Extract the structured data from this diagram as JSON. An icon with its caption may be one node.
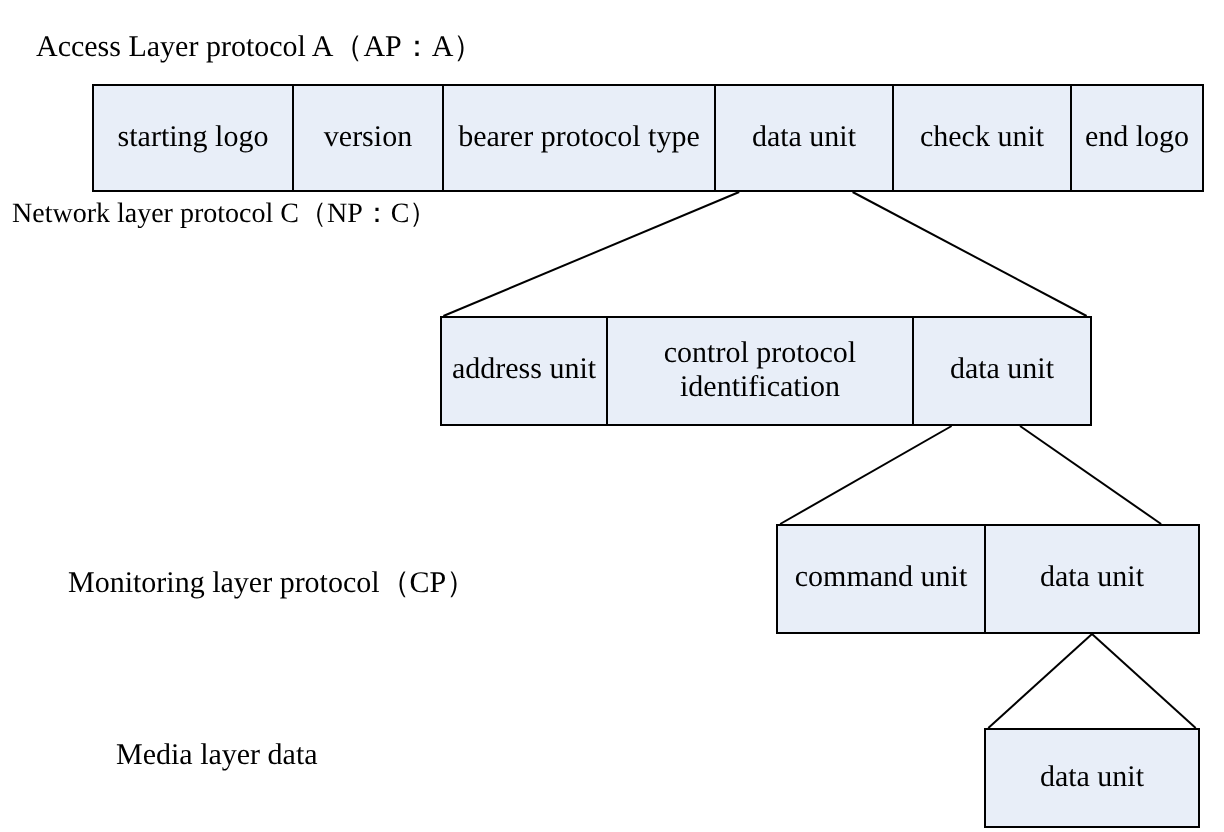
{
  "diagram": {
    "nodes": [
      {
        "text": [
          "starting logo"
        ]
      },
      {
        "text": [
          "version"
        ]
      },
      {
        "text": [
          "bearer protocol type"
        ]
      },
      {
        "text": [
          "data unit"
        ]
      },
      {
        "text": [
          "check unit"
        ]
      },
      {
        "text": [
          "end logo"
        ]
      },
      {
        "text": [
          "address unit"
        ]
      },
      {
        "text": [
          "control protocol identification"
        ]
      },
      {
        "text": [
          "data unit"
        ]
      },
      {
        "text": [
          "command unit"
        ]
      },
      {
        "text": [
          "data unit"
        ]
      },
      {
        "text": [
          "data unit"
        ]
      }
    ],
    "edges": [
      {
        "from": 3,
        "to": 6,
        "arrow": "none"
      },
      {
        "from": 3,
        "to": 8,
        "arrow": "none"
      },
      {
        "from": 8,
        "to": 9,
        "arrow": "none"
      },
      {
        "from": 8,
        "to": 10,
        "arrow": "none"
      },
      {
        "from": 10,
        "to": 11,
        "arrow": "none"
      },
      {
        "from": 10,
        "to": 11,
        "arrow": "none"
      }
    ],
    "labels": [
      "Access Layer protocol A（AP：A）",
      "Network layer protocol C（NP：C）",
      "Monitoring layer protocol（CP）",
      "Media layer data"
    ]
  }
}
